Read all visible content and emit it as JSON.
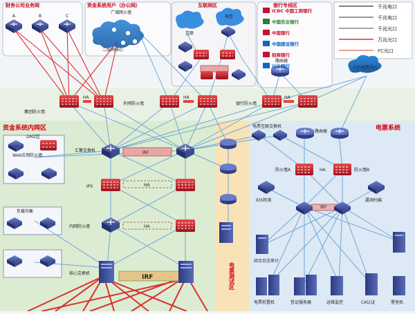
{
  "zones": {
    "finance_business": "财务公司业务网",
    "fund_users": "资金系统用户（办公网）",
    "internet": "互联网区",
    "bank_line": "银行专线区",
    "fund_inner": "资金系统内网区",
    "ebill": "电票系统",
    "ebill_test": "电票测试区"
  },
  "nodes": {
    "sw_a": "A",
    "sw_b": "B",
    "sw_c": "C",
    "wan_fw": "广域网火墙",
    "l2_core": "二层网核心",
    "dmz": "DMZ区",
    "web_fw": "Web应用防火墙",
    "group_fw": "集团防火墙",
    "ext_fw": "外网防火墙",
    "bank_fw": "银行防火墙",
    "router": "路由器",
    "router2": "路由器",
    "ebill_sw": "电票互联交换机",
    "summary_sw": "汇聚交换机",
    "ips": "IPS",
    "inner_fw": "内网防火墙",
    "core_sw": "核心交换机",
    "lb": "负载均衡",
    "fw_a": "防火墙A",
    "fw_b": "防火墙B",
    "ids": "IDS检测",
    "vuln": "漏洞扫描",
    "log_audit": "综合日志审计",
    "srv_ebill": "电票前置机",
    "srv_sign": "签证服务器",
    "srv_ops": "运维监控",
    "srv_ca": "CA认证",
    "srv_fort": "堡垒机",
    "cloud_ebill": "人行电票中心",
    "cloud_net1": "互联",
    "cloud_net2": "电信",
    "ha": "HA",
    "irf": "IRF"
  },
  "banks": [
    "ICBC 中国工商银行",
    "中国农业银行",
    "中国银行",
    "中国建设银行",
    "招商银行",
    "兴业银行"
  ],
  "legend": [
    "千兆电口",
    "千兆电口",
    "千兆光口",
    "万兆光口",
    "FC光口"
  ],
  "colors": {
    "fw_red": "#c8102e",
    "switch_blue": "#3a4f9a",
    "link_blue": "#5b9bd5",
    "link_red": "#d9302c",
    "zone_green": "#dcecd2",
    "zone_blue": "#dde9f5",
    "zone_orange": "#f8e2b6",
    "label_red": "#d0021b"
  }
}
